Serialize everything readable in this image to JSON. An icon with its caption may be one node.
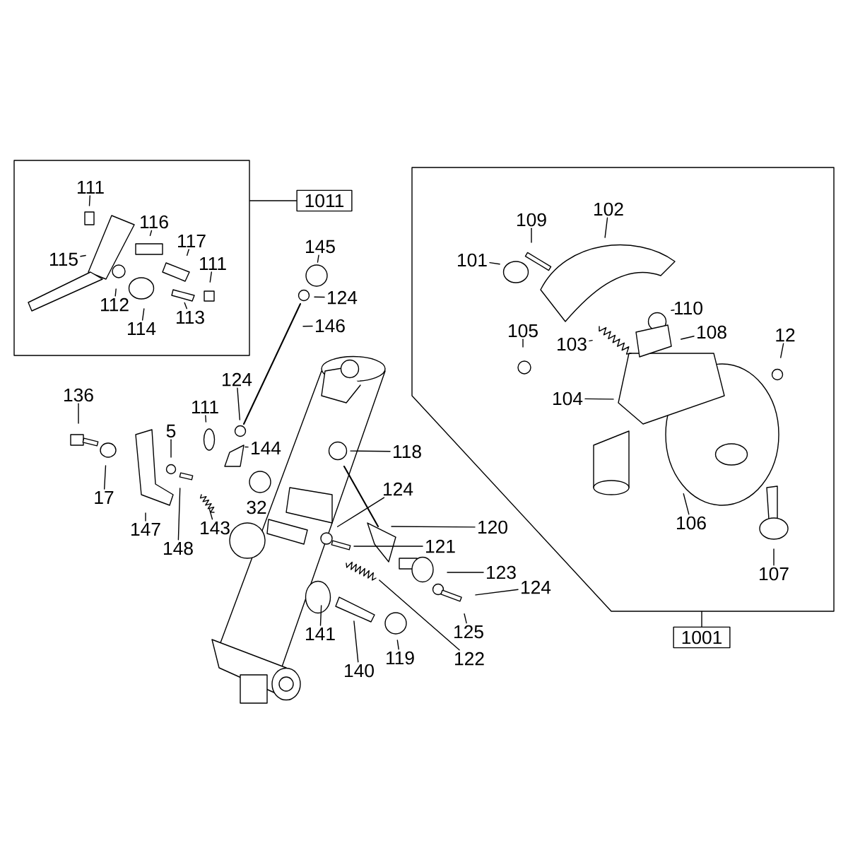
{
  "diagram": {
    "nodes": [
      {
        "text": [],
        "shape": "box"
      },
      {
        "text": [
          "1011"
        ]
      },
      {
        "text": [
          "111"
        ],
        "in": 0
      },
      {
        "text": [
          "116"
        ],
        "in": 0
      },
      {
        "text": [
          "117"
        ],
        "in": 0
      },
      {
        "text": [
          "111"
        ],
        "in": 0
      },
      {
        "text": [
          "115"
        ],
        "in": 0
      },
      {
        "text": [
          "112"
        ],
        "in": 0
      },
      {
        "text": [
          "114"
        ],
        "in": 0
      },
      {
        "text": [
          "113"
        ],
        "in": 0
      },
      {
        "text": [],
        "shape": "box"
      },
      {
        "text": [
          "1001"
        ]
      },
      {
        "text": [
          "102"
        ],
        "in": 10
      },
      {
        "text": [
          "109"
        ],
        "in": 10
      },
      {
        "text": [
          "101"
        ],
        "in": 10
      },
      {
        "text": [
          "110"
        ],
        "in": 10
      },
      {
        "text": [
          "108"
        ],
        "in": 10
      },
      {
        "text": [
          "103"
        ],
        "in": 10
      },
      {
        "text": [
          "105"
        ],
        "in": 10
      },
      {
        "text": [
          "12"
        ],
        "in": 10
      },
      {
        "text": [
          "104"
        ],
        "in": 10
      },
      {
        "text": [
          "106"
        ],
        "in": 10
      },
      {
        "text": [
          "107"
        ],
        "in": 10
      },
      {
        "text": [
          "145"
        ]
      },
      {
        "text": [
          "124"
        ]
      },
      {
        "text": [
          "146"
        ]
      },
      {
        "text": [
          "124"
        ]
      },
      {
        "text": [
          "111"
        ]
      },
      {
        "text": [
          "144"
        ]
      },
      {
        "text": [
          "136"
        ]
      },
      {
        "text": [
          "17"
        ]
      },
      {
        "text": [
          "5"
        ]
      },
      {
        "text": [
          "147"
        ]
      },
      {
        "text": [
          "148"
        ]
      },
      {
        "text": [
          "143"
        ]
      },
      {
        "text": [
          "118"
        ]
      },
      {
        "text": [
          "124"
        ]
      },
      {
        "text": [
          "120"
        ]
      },
      {
        "text": [
          "121"
        ]
      },
      {
        "text": [
          "123"
        ]
      },
      {
        "text": [
          "124"
        ]
      },
      {
        "text": [
          "125"
        ]
      },
      {
        "text": [
          "141"
        ]
      },
      {
        "text": [
          "140"
        ]
      },
      {
        "text": [
          "119"
        ]
      },
      {
        "text": [
          "122"
        ]
      }
    ],
    "edges": [
      {
        "from": 0,
        "to": 1,
        "arrow": "none"
      },
      {
        "from": 11,
        "to": 10,
        "arrow": "none"
      },
      {
        "from": 2,
        "to": null,
        "arrow": "none"
      },
      {
        "from": 3,
        "to": null,
        "arrow": "none"
      },
      {
        "from": 4,
        "to": null,
        "arrow": "none"
      },
      {
        "from": 5,
        "to": null,
        "arrow": "none"
      },
      {
        "from": 6,
        "to": null,
        "arrow": "none"
      },
      {
        "from": 7,
        "to": null,
        "arrow": "none"
      },
      {
        "from": 8,
        "to": null,
        "arrow": "none"
      },
      {
        "from": 9,
        "to": null,
        "arrow": "none"
      },
      {
        "from": 12,
        "to": null,
        "arrow": "none"
      },
      {
        "from": 13,
        "to": null,
        "arrow": "none"
      },
      {
        "from": 14,
        "to": null,
        "arrow": "none"
      },
      {
        "from": 15,
        "to": null,
        "arrow": "none"
      },
      {
        "from": 16,
        "to": null,
        "arrow": "none"
      },
      {
        "from": 17,
        "to": null,
        "arrow": "none"
      },
      {
        "from": 18,
        "to": null,
        "arrow": "none"
      },
      {
        "from": 19,
        "to": null,
        "arrow": "none"
      },
      {
        "from": 20,
        "to": null,
        "arrow": "none"
      },
      {
        "from": 21,
        "to": null,
        "arrow": "none"
      },
      {
        "from": 22,
        "to": null,
        "arrow": "none"
      },
      {
        "from": 23,
        "to": null,
        "arrow": "none"
      },
      {
        "from": 24,
        "to": null,
        "arrow": "none"
      },
      {
        "from": 25,
        "to": null,
        "arrow": "none"
      },
      {
        "from": 26,
        "to": null,
        "arrow": "none"
      },
      {
        "from": 27,
        "to": null,
        "arrow": "none"
      },
      {
        "from": 28,
        "to": null,
        "arrow": "none"
      },
      {
        "from": 29,
        "to": null,
        "arrow": "none"
      },
      {
        "from": 30,
        "to": null,
        "arrow": "none"
      },
      {
        "from": 31,
        "to": null,
        "arrow": "none"
      },
      {
        "from": 32,
        "to": null,
        "arrow": "none"
      },
      {
        "from": 33,
        "to": null,
        "arrow": "none"
      },
      {
        "from": 34,
        "to": null,
        "arrow": "none"
      },
      {
        "from": 35,
        "to": null,
        "arrow": "none"
      },
      {
        "from": 36,
        "to": null,
        "arrow": "none"
      },
      {
        "from": 37,
        "to": null,
        "arrow": "none"
      },
      {
        "from": 38,
        "to": null,
        "arrow": "none"
      },
      {
        "from": 39,
        "to": null,
        "arrow": "none"
      },
      {
        "from": 40,
        "to": null,
        "arrow": "none"
      },
      {
        "from": 41,
        "to": null,
        "arrow": "none"
      },
      {
        "from": 42,
        "to": null,
        "arrow": "none"
      },
      {
        "from": 43,
        "to": null,
        "arrow": "none"
      },
      {
        "from": 44,
        "to": null,
        "arrow": "none"
      },
      {
        "from": 45,
        "to": null,
        "arrow": "none"
      }
    ],
    "labels": [
      "32"
    ]
  }
}
